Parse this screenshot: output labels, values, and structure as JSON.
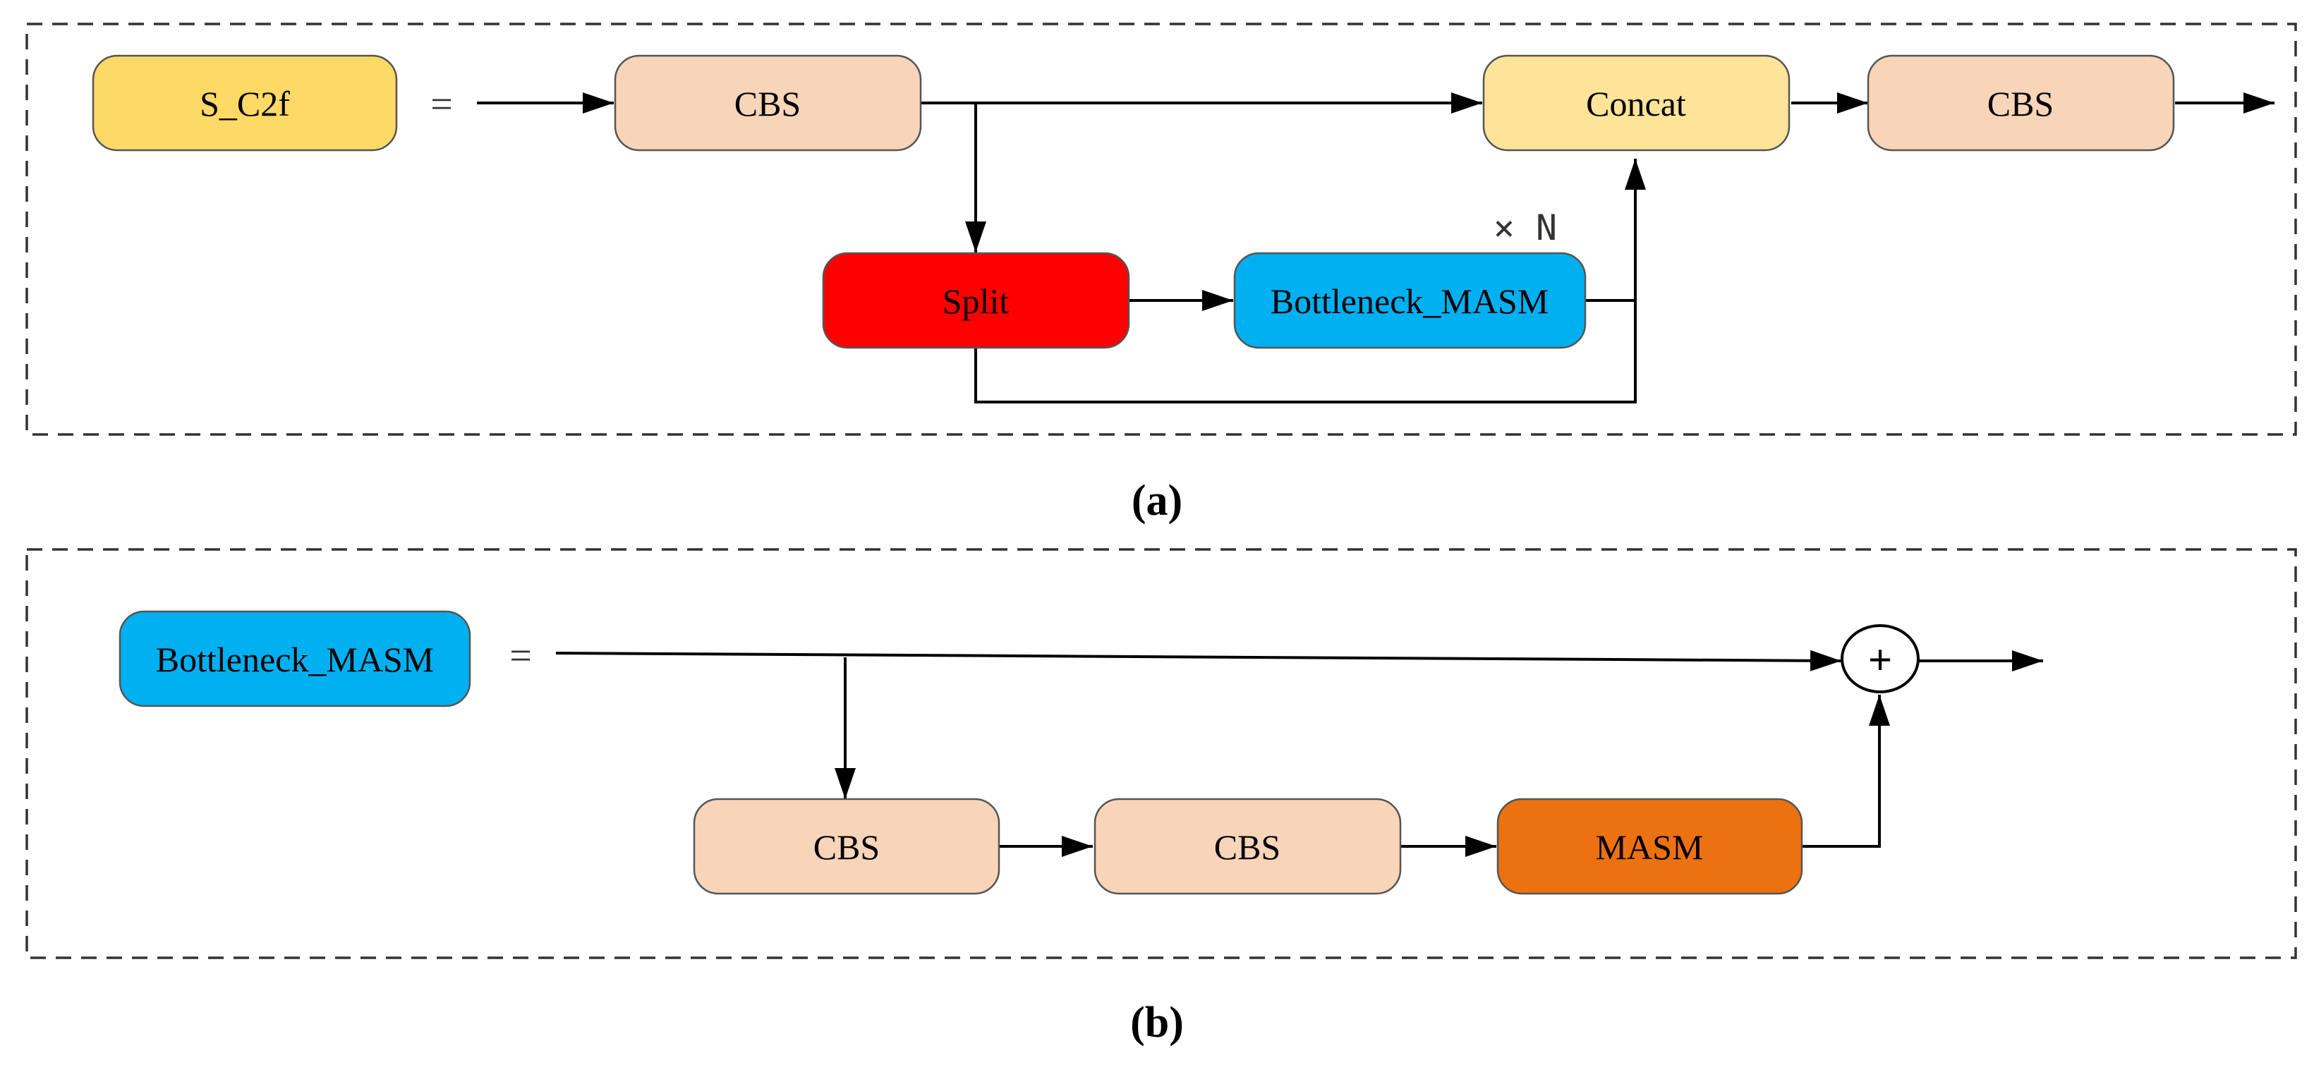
{
  "panel_a": {
    "caption": "(a)",
    "def_node": {
      "label": "S_C2f",
      "color": "#FDD966"
    },
    "equals": "=",
    "nodes": {
      "cbs_in": {
        "label": "CBS",
        "color": "#F8D5B9"
      },
      "concat": {
        "label": "Concat",
        "color": "#FEE498"
      },
      "cbs_out": {
        "label": "CBS",
        "color": "#F8D5B9"
      },
      "split": {
        "label": "Split",
        "color": "#FF0000"
      },
      "bottleneck": {
        "label": "Bottleneck_MASM",
        "color": "#00B0F0"
      }
    },
    "repeat_label": "× N"
  },
  "panel_b": {
    "caption": "(b)",
    "def_node": {
      "label": "Bottleneck_MASM",
      "color": "#00B0F0"
    },
    "equals": "=",
    "nodes": {
      "cbs1": {
        "label": "CBS",
        "color": "#F8D5B9"
      },
      "cbs2": {
        "label": "CBS",
        "color": "#F8D5B9"
      },
      "masm": {
        "label": "MASM",
        "color": "#EC7211"
      }
    },
    "add_symbol": "+"
  }
}
